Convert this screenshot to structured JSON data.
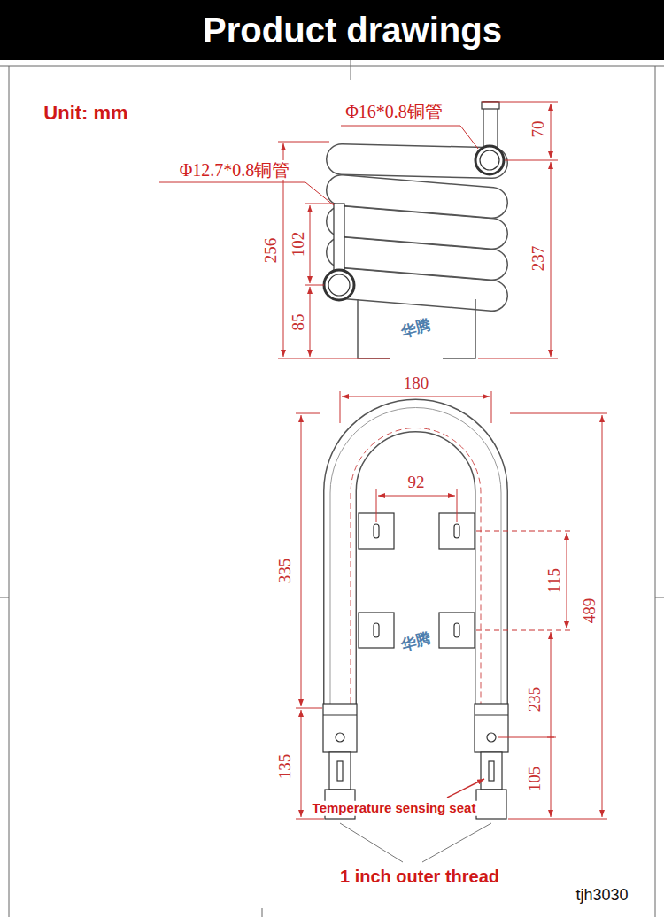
{
  "diagram": {
    "title": "Product drawings",
    "labels": [
      "Unit: mm",
      "Φ16*0.8铜管",
      "70",
      "Φ12.7*0.8铜管",
      "256",
      "102",
      "237",
      "85",
      "华腾",
      "180",
      "92",
      "335",
      "115",
      "489",
      "华腾",
      "235",
      "135",
      "105",
      "Temperature sensing seat",
      "1 inch outer thread",
      "tjh3030"
    ]
  }
}
